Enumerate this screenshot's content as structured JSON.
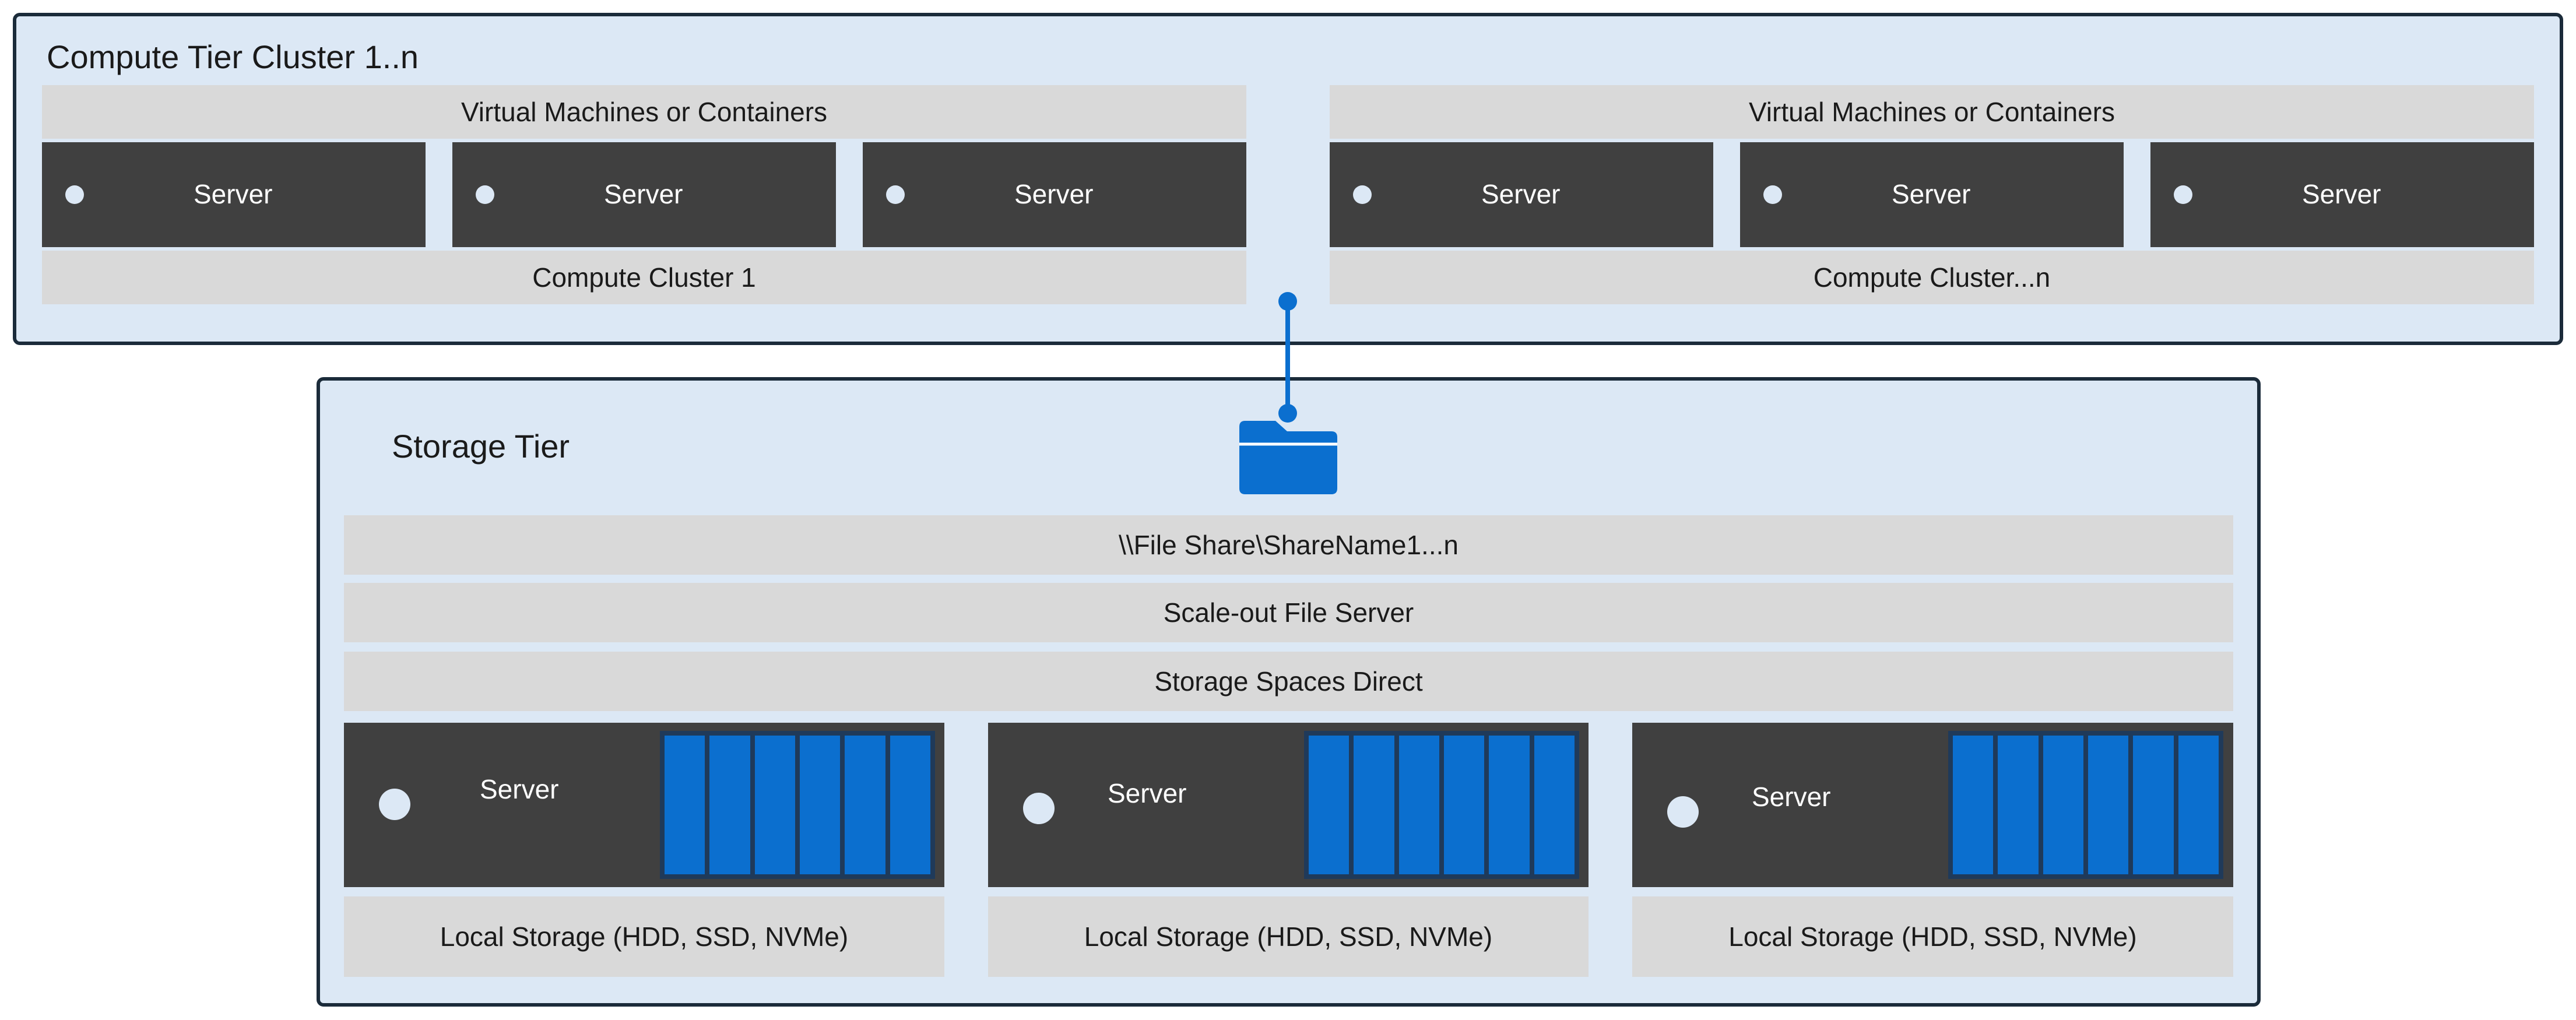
{
  "compute_tier": {
    "title": "Compute Tier Cluster 1..n",
    "clusters": [
      {
        "vm_label": "Virtual Machines or Containers",
        "servers": [
          "Server",
          "Server",
          "Server"
        ],
        "name": "Compute Cluster 1"
      },
      {
        "vm_label": "Virtual Machines or Containers",
        "servers": [
          "Server",
          "Server",
          "Server"
        ],
        "name": "Compute Cluster...n"
      }
    ]
  },
  "storage_tier": {
    "title": "Storage Tier",
    "file_share": "\\\\File Share\\ShareName1...n",
    "scale_out": "Scale-out File Server",
    "spaces_direct": "Storage Spaces Direct",
    "nodes": [
      {
        "server": "Server",
        "local_storage": "Local Storage (HDD, SSD, NVMe)"
      },
      {
        "server": "Server",
        "local_storage": "Local Storage (HDD, SSD, NVMe)"
      },
      {
        "server": "Server",
        "local_storage": "Local Storage (HDD, SSD, NVMe)"
      }
    ]
  },
  "icons": {
    "share": "folder-icon"
  },
  "colors": {
    "tier_background": "#dce8f5",
    "tier_border": "#1b2b3a",
    "bar": "#d9d9d9",
    "server": "#404040",
    "accent_blue": "#0b6fcf"
  }
}
